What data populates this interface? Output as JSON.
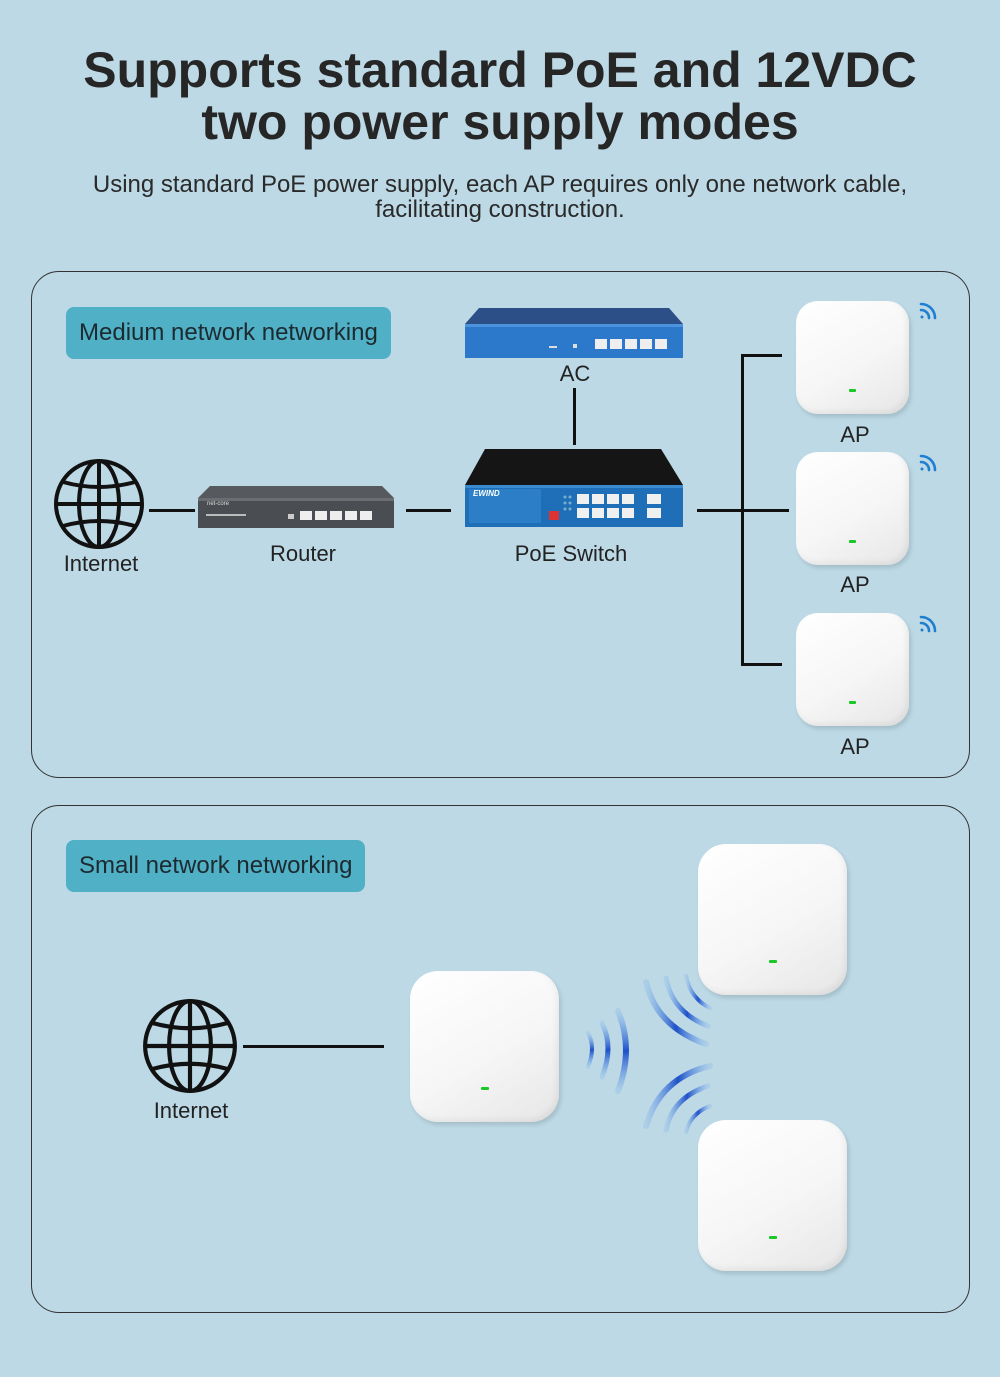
{
  "header": {
    "title_line1": "Supports standard PoE and 12VDC",
    "title_line2": "two power supply modes",
    "subtitle_line1": "Using standard PoE power supply, each AP requires only one network cable,",
    "subtitle_line2": "facilitating construction."
  },
  "medium": {
    "badge": "Medium network networking",
    "internet_label": "Internet",
    "router_label": "Router",
    "switch_label": "PoE Switch",
    "ac_label": "AC",
    "ap_labels": [
      "AP",
      "AP",
      "AP"
    ],
    "router_brand": "net-core",
    "switch_brand": "EWIND"
  },
  "small": {
    "badge": "Small network networking",
    "internet_label": "Internet"
  },
  "colors": {
    "background": "#bcd9e5",
    "badge": "#4fb0c6",
    "wifi": "#1e7fd0",
    "led": "#18c928",
    "signal": "#1e50c8"
  },
  "icons": [
    "globe-icon",
    "wifi-icon",
    "signal-wave-icon"
  ]
}
